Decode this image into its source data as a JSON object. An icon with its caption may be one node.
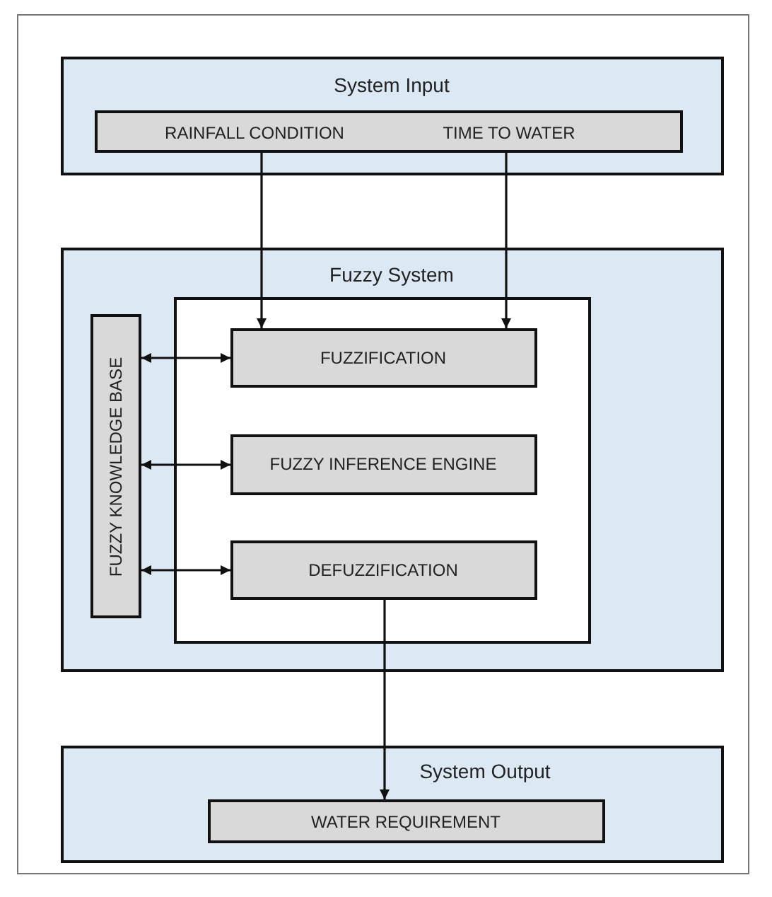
{
  "diagram": {
    "nodes": [
      {
        "text": [
          "System Input"
        ]
      },
      {
        "text": [
          "RAINFALL CONDITION",
          "TIME TO WATER"
        ],
        "in": 0
      },
      {
        "text": [
          "Fuzzy System"
        ]
      },
      {
        "text": [
          "FUZZY KNOWLEDGE BASE"
        ],
        "in": 2
      },
      {
        "text": [],
        "shape": "box",
        "in": 2
      },
      {
        "text": [
          "FUZZIFICATION"
        ],
        "in": 4
      },
      {
        "text": [
          "FUZZY INFERENCE ENGINE"
        ],
        "in": 4
      },
      {
        "text": [
          "DEFUZZIFICATION"
        ],
        "in": 4
      },
      {
        "text": [
          "System Output"
        ]
      },
      {
        "text": [
          "WATER REQUIREMENT"
        ],
        "in": 8
      }
    ],
    "edges": [
      {
        "from": 1,
        "to": 5,
        "arrow": "to"
      },
      {
        "from": 1,
        "to": 5,
        "arrow": "to"
      },
      {
        "from": 3,
        "to": 5,
        "arrow": "both"
      },
      {
        "from": 3,
        "to": 6,
        "arrow": "both"
      },
      {
        "from": 3,
        "to": 7,
        "arrow": "both"
      },
      {
        "from": 7,
        "to": 9,
        "arrow": "to"
      }
    ]
  }
}
